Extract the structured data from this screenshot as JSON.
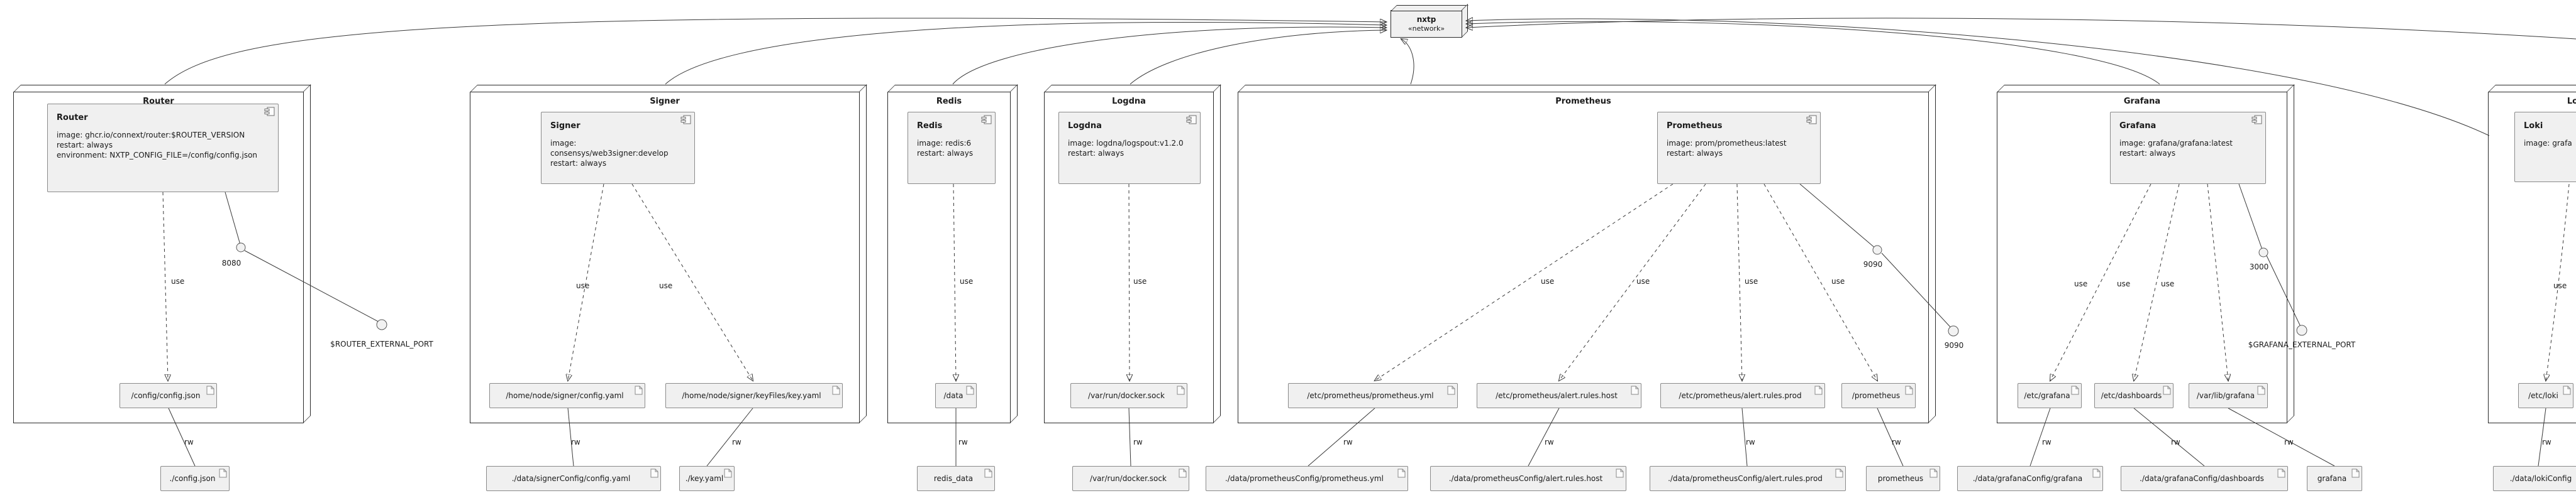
{
  "diagram": {
    "network": {
      "name": "nxtp",
      "stereotype": "«network»"
    },
    "labels": {
      "use": "use",
      "rw": "rw"
    },
    "nodes": {
      "router": {
        "title": "Router",
        "component": {
          "title": "Router",
          "body": "image: ghcr.io/connext/router:$ROUTER_VERSION\nrestart: always\nenvironment: NXTP_CONFIG_FILE=/config/config.json"
        },
        "artifacts": {
          "config": "/config/config.json"
        },
        "volumes": {
          "config": "./config.json"
        },
        "ports": {
          "internal": "8080",
          "external": "$ROUTER_EXTERNAL_PORT"
        }
      },
      "signer": {
        "title": "Signer",
        "component": {
          "title": "Signer",
          "body": "image: consensys/web3signer:develop\nrestart: always"
        },
        "artifacts": {
          "config": "/home/node/signer/config.yaml",
          "key": "/home/node/signer/keyFiles/key.yaml"
        },
        "volumes": {
          "config": "./data/signerConfig/config.yaml",
          "key": "./key.yaml"
        }
      },
      "redis": {
        "title": "Redis",
        "component": {
          "title": "Redis",
          "body": "image: redis:6\nrestart: always"
        },
        "artifacts": {
          "data": "/data"
        },
        "volumes": {
          "data": "redis_data"
        }
      },
      "logdna": {
        "title": "Logdna",
        "component": {
          "title": "Logdna",
          "body": "image: logdna/logspout:v1.2.0\nrestart: always"
        },
        "artifacts": {
          "sock": "/var/run/docker.sock"
        },
        "volumes": {
          "sock": "/var/run/docker.sock"
        }
      },
      "prometheus": {
        "title": "Prometheus",
        "component": {
          "title": "Prometheus",
          "body": "image: prom/prometheus:latest\nrestart: always"
        },
        "artifacts": {
          "config": "/etc/prometheus/prometheus.yml",
          "rules_host": "/etc/prometheus/alert.rules.host",
          "rules_prod": "/etc/prometheus/alert.rules.prod",
          "data": "/prometheus"
        },
        "volumes": {
          "config": "./data/prometheusConfig/prometheus.yml",
          "rules_host": "./data/prometheusConfig/alert.rules.host",
          "rules_prod": "./data/prometheusConfig/alert.rules.prod",
          "data": "prometheus"
        },
        "ports": {
          "internal": "9090",
          "external": "9090"
        }
      },
      "grafana": {
        "title": "Grafana",
        "component": {
          "title": "Grafana",
          "body": "image: grafana/grafana:latest\nrestart: always"
        },
        "artifacts": {
          "config": "/etc/grafana",
          "dashboards": "/etc/dashboards",
          "data": "/var/lib/grafana"
        },
        "volumes": {
          "config": "./data/grafanaConfig/grafana",
          "dashboards": "./data/grafanaConfig/dashboards",
          "data": "grafana"
        },
        "ports": {
          "internal": "3000",
          "external": "$GRAFANA_EXTERNAL_PORT"
        }
      },
      "loki": {
        "title": "Loki",
        "component": {
          "title": "Loki",
          "body": "image: grafa"
        },
        "artifacts": {
          "config": "/etc/loki"
        },
        "volumes": {
          "config": "./data/lokiConfig"
        }
      }
    }
  }
}
